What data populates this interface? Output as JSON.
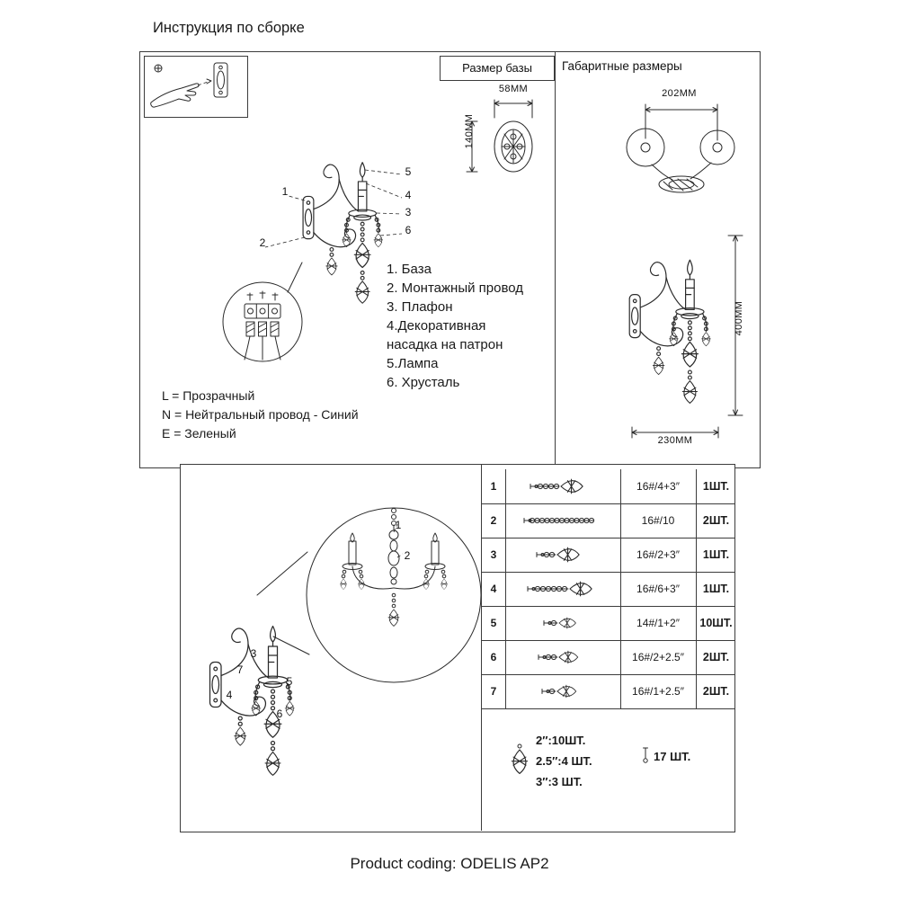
{
  "page": {
    "title": "Инструкция по сборке",
    "product_coding": "Product coding: ODELIS AP2"
  },
  "base_size": {
    "header": "Размер базы",
    "width": "58MM",
    "height": "140MM"
  },
  "dimensions": {
    "header": "Габаритные размеры",
    "top_width": "202MM",
    "side_height": "400MM",
    "side_width": "230MM"
  },
  "parts_legend": {
    "lines": [
      "1. База",
      "2. Монтажный провод",
      "3. Плафон",
      "4.Декоративная",
      "насадка на патрон",
      "5.Лампа",
      "6. Хрусталь"
    ]
  },
  "wire_legend": {
    "lines": [
      "L = Прозрачный",
      "N = Нейтральный провод - Синий",
      "E = Зеленый"
    ]
  },
  "callouts": {
    "main": [
      "1",
      "2",
      "3",
      "4",
      "5",
      "6"
    ],
    "assembly": [
      "1",
      "2",
      "3",
      "4",
      "5",
      "6",
      "7"
    ]
  },
  "icons": {
    "install": "hand-install-base-icon",
    "wiring": "wiring-terminal-icon",
    "crystal": "crystal-drop-icon",
    "pin": "connector-pin-icon"
  },
  "parts_table": {
    "rows": [
      {
        "num": "1",
        "icon": "bead-chain-crystal-drop",
        "size": "16#/4+3″",
        "qty": "1ШТ."
      },
      {
        "num": "2",
        "icon": "bead-chain",
        "size": "16#/10",
        "qty": "2ШТ."
      },
      {
        "num": "3",
        "icon": "bead-chain-crystal-drop",
        "size": "16#/2+3″",
        "qty": "1ШТ."
      },
      {
        "num": "4",
        "icon": "bead-chain-crystal-drop",
        "size": "16#/6+3″",
        "qty": "1ШТ."
      },
      {
        "num": "5",
        "icon": "bead-crystal-drop-small",
        "size": "14#/1+2″",
        "qty": "10ШТ."
      },
      {
        "num": "6",
        "icon": "bead-chain-crystal-drop",
        "size": "16#/2+2.5″",
        "qty": "2ШТ."
      },
      {
        "num": "7",
        "icon": "bead-crystal-drop",
        "size": "16#/1+2.5″",
        "qty": "2ШТ."
      }
    ],
    "summary": {
      "drop_sizes": [
        "2″:10ШТ.",
        "2.5″:4 ШТ.",
        "3″:3 ШТ."
      ],
      "pins": "17 ШТ."
    }
  }
}
